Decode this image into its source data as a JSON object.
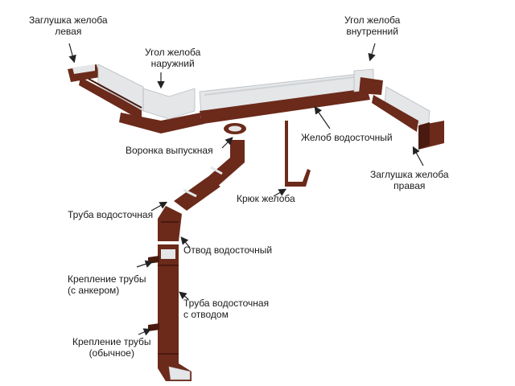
{
  "colors": {
    "pipe": "#6b2a1a",
    "pipe_dark": "#4a1a10",
    "gutter_inner": "#e4e6e8",
    "gutter_shade": "#c7cacd",
    "arrow": "#222222"
  },
  "labels": {
    "end_cap_left": [
      "Заглушка желоба",
      "левая"
    ],
    "corner_outer": [
      "Угол желоба",
      "наружний"
    ],
    "corner_inner": [
      "Угол желоба",
      "внутренний"
    ],
    "gutter": "Желоб водосточный",
    "end_cap_right": [
      "Заглушка желоба",
      "правая"
    ],
    "outlet": "Воронка выпускная",
    "hook": "Крюк желоба",
    "pipe": "Труба водосточная",
    "elbow": "Отвод водосточный",
    "bracket_anchor": [
      "Крепление трубы",
      "(с анкером)"
    ],
    "pipe_with_outlet": [
      "Труба водосточная",
      "с отводом"
    ],
    "bracket_regular": [
      "Крепление трубы",
      "(обычное)"
    ]
  }
}
